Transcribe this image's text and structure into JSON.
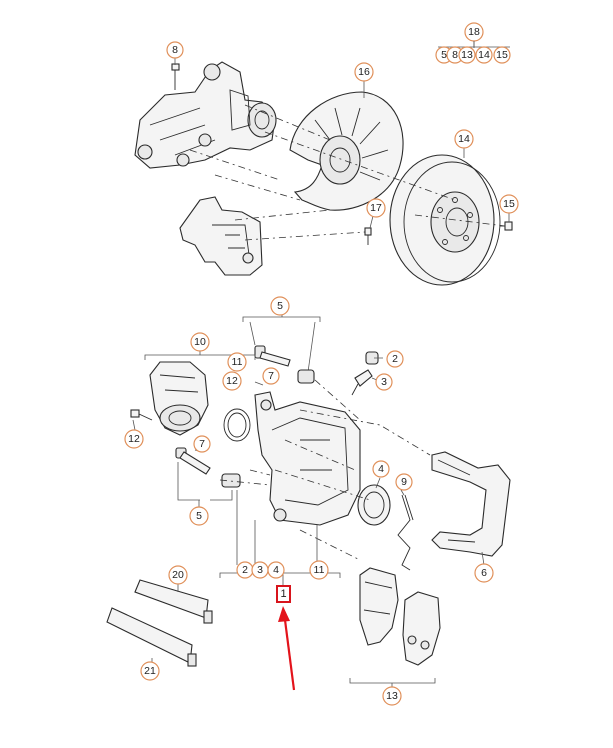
{
  "callouts": {
    "c8": "8",
    "c16": "16",
    "c18": "18",
    "c18_sub": [
      "5",
      "8",
      "13",
      "14",
      "15"
    ],
    "c14": "14",
    "c15": "15",
    "c17": "17",
    "c5_top": "5",
    "c10": "10",
    "c11": "11",
    "c7_top": "7",
    "c12_top": "12",
    "c2_right": "2",
    "c3_right": "3",
    "c12_left": "12",
    "c7_left": "7",
    "c4_right": "4",
    "c9": "9",
    "c5_bottom": "5",
    "c6": "6",
    "c2_bottom": "2",
    "c3_bottom": "3",
    "c4_bottom": "4",
    "c11_bottom": "11",
    "c20": "20",
    "c13_bottom": "13",
    "c21": "21"
  },
  "highlight": {
    "label": "1",
    "color": "#d8141c",
    "arrow_color": "#e3131b"
  },
  "colors": {
    "callout_ring": "#e0905a",
    "line": "#2b2b2b"
  }
}
